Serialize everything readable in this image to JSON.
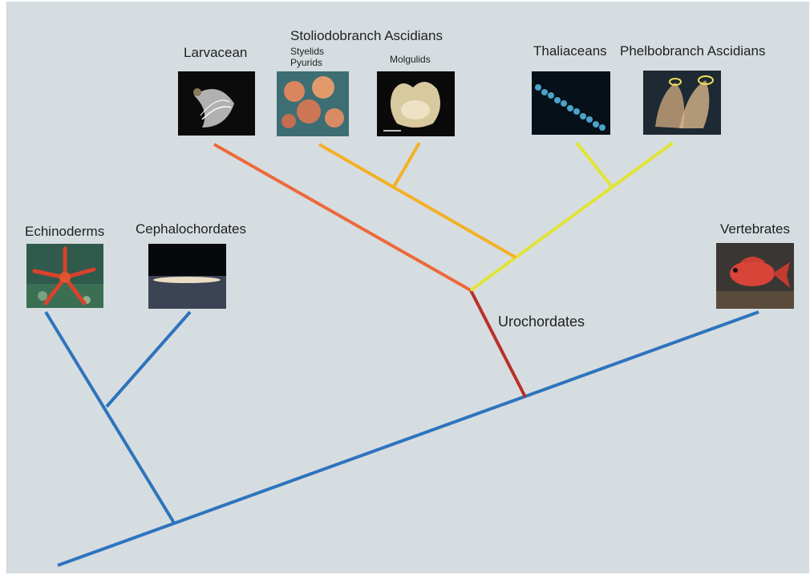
{
  "labels": {
    "echinoderms": "Echinoderms",
    "cephalochordates": "Cephalochordates",
    "larvacean": "Larvacean",
    "stoliodobranch": "Stoliodobranch Ascidians",
    "styelids": "Styelids",
    "pyurids": "Pyurids",
    "molgulids": "Molgulids",
    "thaliaceans": "Thaliaceans",
    "phlebobranch": "Phelbobranch Ascidians",
    "vertebrates": "Vertebrates",
    "urochordates": "Urochordates"
  },
  "branch_colors": {
    "deuterostome": "#2e74bd",
    "urochordate_stem": "#b8302a",
    "larvacean": "#ec6a3b",
    "stoliodobranch": "#f3b125",
    "thaliacean_phlebobranch": "#e0e436"
  },
  "icons": {
    "echinoderms": "starfish-photo",
    "cephalochordates": "lancelet-photo",
    "larvacean": "larvacean-photo",
    "styelids_pyurids": "sea-squirt-cluster-photo",
    "molgulids": "molgulid-photo",
    "thaliaceans": "salp-chain-photo",
    "phlebobranch": "phlebobranch-photo",
    "vertebrates": "fish-photo"
  }
}
